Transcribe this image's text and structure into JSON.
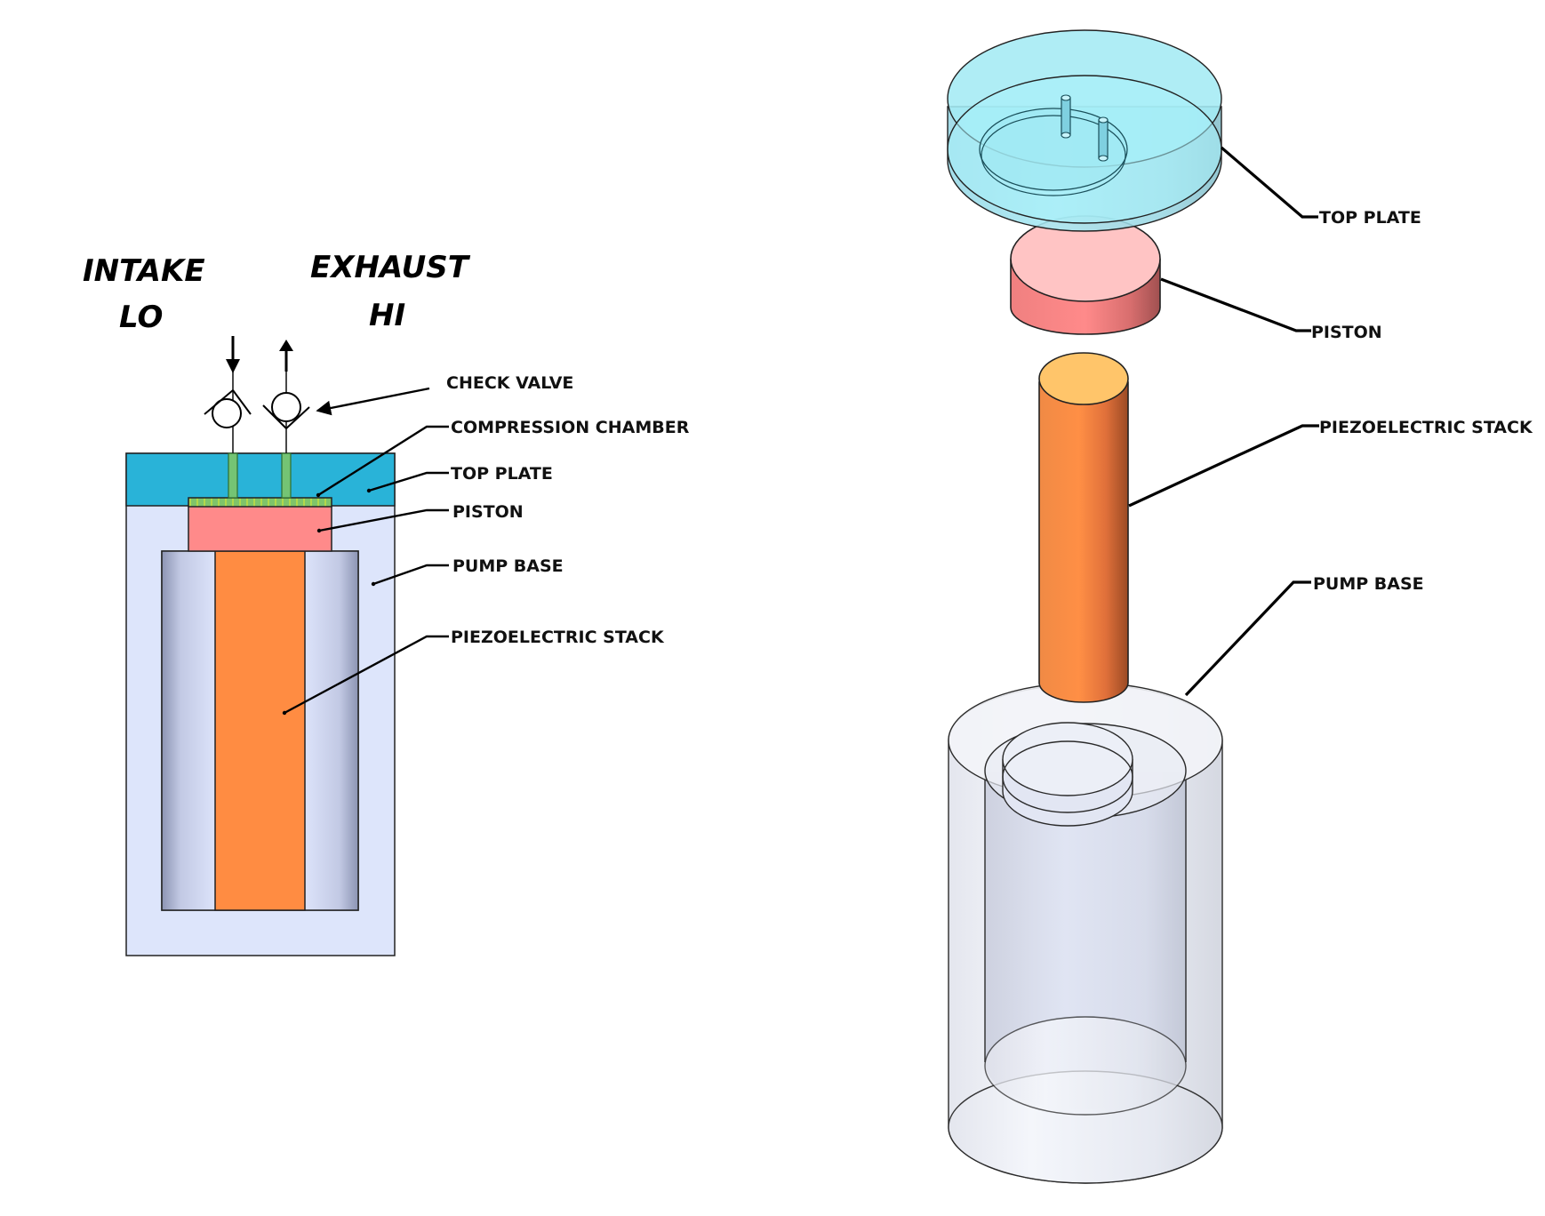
{
  "figure": {
    "section_view": {
      "headers": {
        "intake": {
          "line1": "INTAKE",
          "line2": "LO"
        },
        "exhaust": {
          "line1": "EXHAUST",
          "line2": "HI"
        }
      },
      "labels": {
        "check_valve": "CHECK VALVE",
        "compression_chamber": "COMPRESSION CHAMBER",
        "top_plate": "TOP PLATE",
        "piston": "PISTON",
        "pump_base": "PUMP BASE",
        "piezoelectric_stack": "PIEZOELECTRIC STACK"
      }
    },
    "exploded_view": {
      "labels": {
        "top_plate": "TOP PLATE",
        "piston": "PISTON",
        "piezoelectric_stack": "PIEZOELECTRIC STACK",
        "pump_base": "PUMP BASE"
      }
    },
    "colors": {
      "top_plate": "#29b3d8",
      "top_plate_3d": "#a8ecf5",
      "piston": "#ff8a8a",
      "piston_3d_top": "#ffc4c4",
      "piezo_stack": "#ff8c42",
      "piezo_top": "#ffc56a",
      "pump_base": "#dde5fb",
      "compression_chamber": "#7cc97a",
      "ports": "#74c474"
    }
  }
}
